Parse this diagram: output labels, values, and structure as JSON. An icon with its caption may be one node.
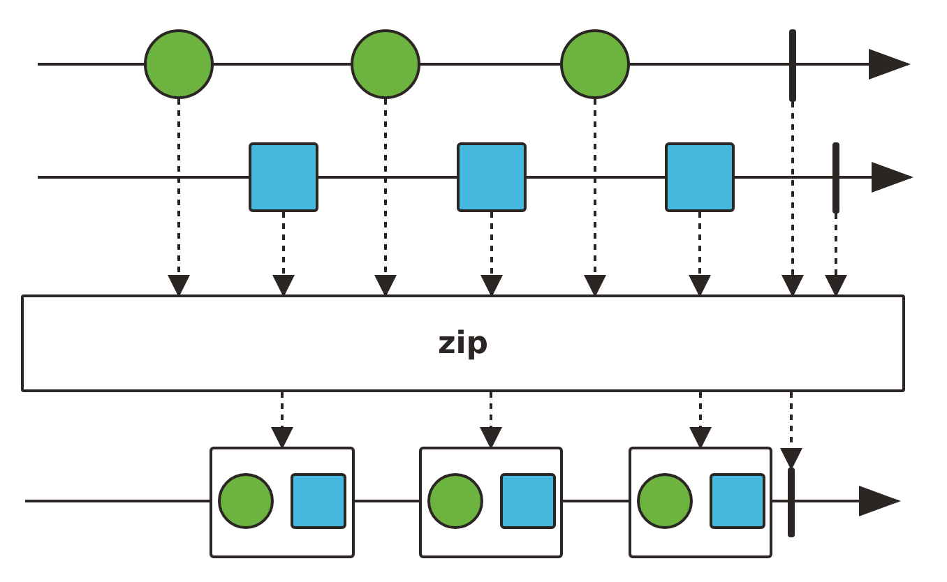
{
  "diagram": {
    "nodes": [
      {
        "text": [],
        "shape": "circle"
      },
      {
        "text": [],
        "shape": "circle"
      },
      {
        "text": [],
        "shape": "circle"
      },
      {
        "text": [],
        "shape": "bar"
      },
      {
        "text": [],
        "shape": "box"
      },
      {
        "text": [],
        "shape": "box"
      },
      {
        "text": [],
        "shape": "box"
      },
      {
        "text": [],
        "shape": "bar"
      },
      {
        "text": [
          "zip"
        ]
      },
      {
        "text": [],
        "shape": "box"
      },
      {
        "text": [],
        "shape": "circle",
        "in": 9
      },
      {
        "text": [],
        "shape": "box",
        "in": 9
      },
      {
        "text": [],
        "shape": "box"
      },
      {
        "text": [],
        "shape": "circle",
        "in": 12
      },
      {
        "text": [],
        "shape": "box",
        "in": 12
      },
      {
        "text": [],
        "shape": "box"
      },
      {
        "text": [],
        "shape": "circle",
        "in": 15
      },
      {
        "text": [],
        "shape": "box",
        "in": 15
      },
      {
        "text": [],
        "shape": "bar"
      }
    ],
    "edges": [
      {
        "from": 0,
        "to": 8,
        "arrow": "to",
        "style": "dashed"
      },
      {
        "from": 4,
        "to": 8,
        "arrow": "to",
        "style": "dashed"
      },
      {
        "from": 1,
        "to": 8,
        "arrow": "to",
        "style": "dashed"
      },
      {
        "from": 5,
        "to": 8,
        "arrow": "to",
        "style": "dashed"
      },
      {
        "from": 2,
        "to": 8,
        "arrow": "to",
        "style": "dashed"
      },
      {
        "from": 6,
        "to": 8,
        "arrow": "to",
        "style": "dashed"
      },
      {
        "from": 3,
        "to": 8,
        "arrow": "to",
        "style": "dashed"
      },
      {
        "from": 7,
        "to": 8,
        "arrow": "to",
        "style": "dashed"
      },
      {
        "from": 8,
        "to": 9,
        "arrow": "to",
        "style": "dashed"
      },
      {
        "from": 8,
        "to": 12,
        "arrow": "to",
        "style": "dashed"
      },
      {
        "from": 8,
        "to": 15,
        "arrow": "to",
        "style": "dashed"
      },
      {
        "from": 8,
        "to": 18,
        "arrow": "to",
        "style": "dashed"
      }
    ]
  }
}
